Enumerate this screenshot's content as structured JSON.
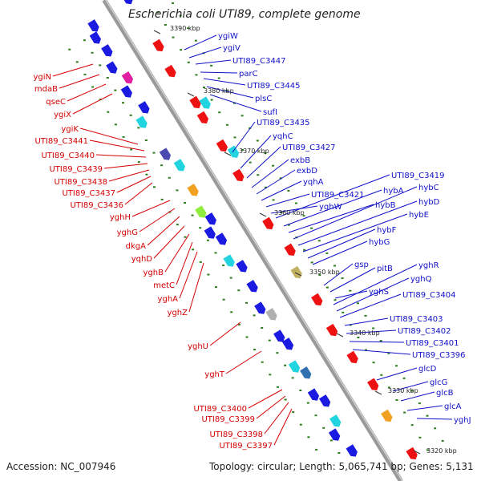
{
  "title": "Escherichia coli UTI89, complete genome",
  "footer": {
    "accession": "Accession: NC_007946",
    "topology": "Topology: circular; Length: 5,065,741 bp; Genes: 5,131"
  },
  "ruler_labels": [
    "3390 kbp",
    "3380 kbp",
    "3370 kbp",
    "3360 kbp",
    "3350 kbp",
    "3340 kbp",
    "3330 kbp",
    "3320 kbp"
  ],
  "left_labels": [
    "ygiN",
    "mdaB",
    "qseC",
    "ygiX",
    "ygiK",
    "UTI89_C3441",
    "UTI89_C3440",
    "UTI89_C3439",
    "UTI89_C3438",
    "UTI89_C3437",
    "UTI89_C3436",
    "yghH",
    "yghG",
    "dkgA",
    "yqhD",
    "yghB",
    "metC",
    "yghA",
    "yghZ",
    "yghU",
    "yghT",
    "UTI89_C3400",
    "UTI89_C3399",
    "UTI89_C3398",
    "UTI89_C3397"
  ],
  "right_labels": [
    "ygiW",
    "ygiV",
    "UTI89_C3447",
    "parC",
    "UTI89_C3445",
    "plsC",
    "sufI",
    "UTI89_C3435",
    "yqhC",
    "UTI89_C3427",
    "exbB",
    "exbD",
    "yqhA",
    "UTI89_C3421",
    "yghW",
    "UTI89_C3419",
    "hybA",
    "hybB",
    "hybC",
    "hybD",
    "hybE",
    "hybF",
    "hybG",
    "gsp",
    "pitB",
    "yghS",
    "yghR",
    "yghQ",
    "UTI89_C3404",
    "UTI89_C3403",
    "UTI89_C3402",
    "UTI89_C3401",
    "UTI89_C3396",
    "glcD",
    "glcG",
    "glcB",
    "glcA",
    "yghJ"
  ],
  "colors": {
    "left_label": "#d40000",
    "right_label": "#1010c8",
    "backbone": "#808080"
  },
  "icons": [
    "gene-arrow-icon"
  ]
}
